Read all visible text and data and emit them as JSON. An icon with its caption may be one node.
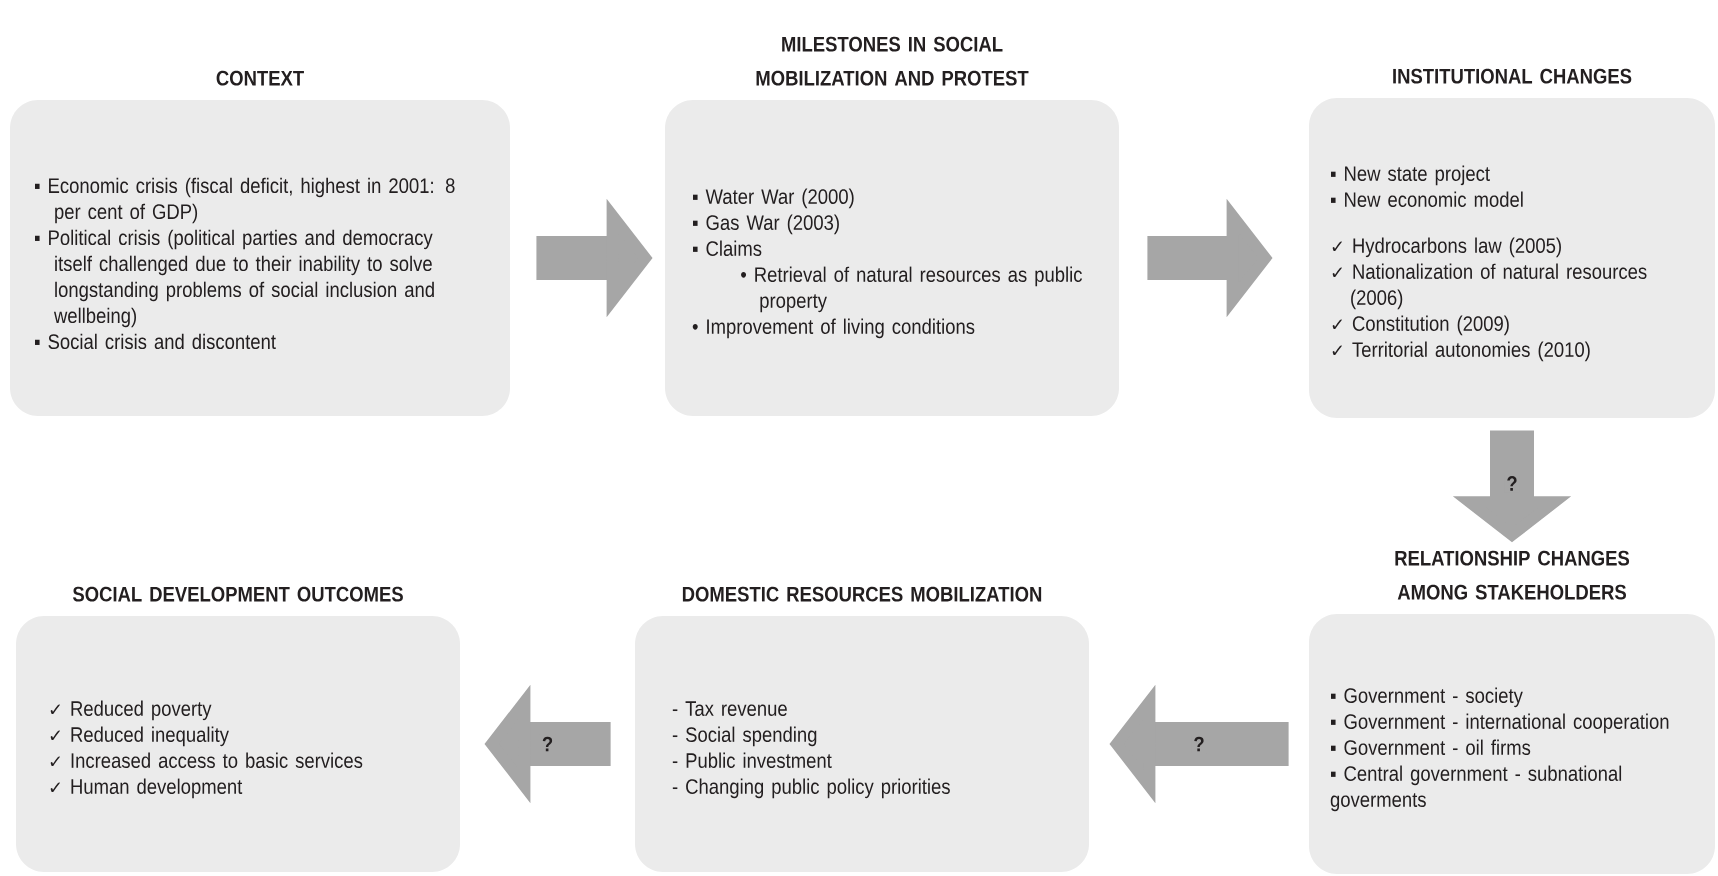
{
  "diagram": {
    "nodes": [
      {
        "text": [
          "CONTEXT",
          "▪ Economic crisis (fiscal deficit, highest in 2001: 8 per cent of GDP)",
          "▪ Political crisis (political parties and democracy itself challenged due to their inability to solve longstanding problems of social inclusion and wellbeing)",
          "▪ Social crisis and discontent"
        ]
      },
      {
        "text": [
          "MILESTONES IN SOCIAL MOBILIZATION AND PROTEST",
          "▪ Water War (2000)",
          "▪ Gas War (2003)",
          "▪ Claims",
          "• Retrieval of natural resources as public property",
          "• Improvement of living conditions"
        ]
      },
      {
        "text": [
          "INSTITUTIONAL CHANGES",
          "▪ New state project",
          "▪ New economic model",
          "✓ Hydrocarbons law (2005)",
          "✓ Nationalization of natural resources (2006)",
          "✓ Constitution (2009)",
          "✓ Territorial autonomies (2010)"
        ]
      },
      {
        "text": [
          "RELATIONSHIP CHANGES AMONG STAKEHOLDERS",
          "▪ Government - society",
          "▪ Government - international cooperation",
          "▪ Government - oil firms",
          "▪ Central government - subnational goverments"
        ]
      },
      {
        "text": [
          "DOMESTIC RESOURCES MOBILIZATION",
          "- Tax revenue",
          "- Social spending",
          "- Public investment",
          "- Changing public policy priorities"
        ]
      },
      {
        "text": [
          "SOCIAL DEVELOPMENT OUTCOMES",
          "✓ Reduced poverty",
          "✓ Reduced inequality",
          "✓ Increased access to basic services",
          "✓ Human development"
        ]
      }
    ],
    "edges": [
      {
        "from": 0,
        "to": 1,
        "arrow": "to"
      },
      {
        "from": 1,
        "to": 2,
        "arrow": "to"
      },
      {
        "from": 2,
        "to": 3,
        "arrow": "to",
        "label": "?"
      },
      {
        "from": 3,
        "to": 4,
        "arrow": "to",
        "label": "?"
      },
      {
        "from": 4,
        "to": 5,
        "arrow": "to",
        "label": "?"
      }
    ]
  }
}
